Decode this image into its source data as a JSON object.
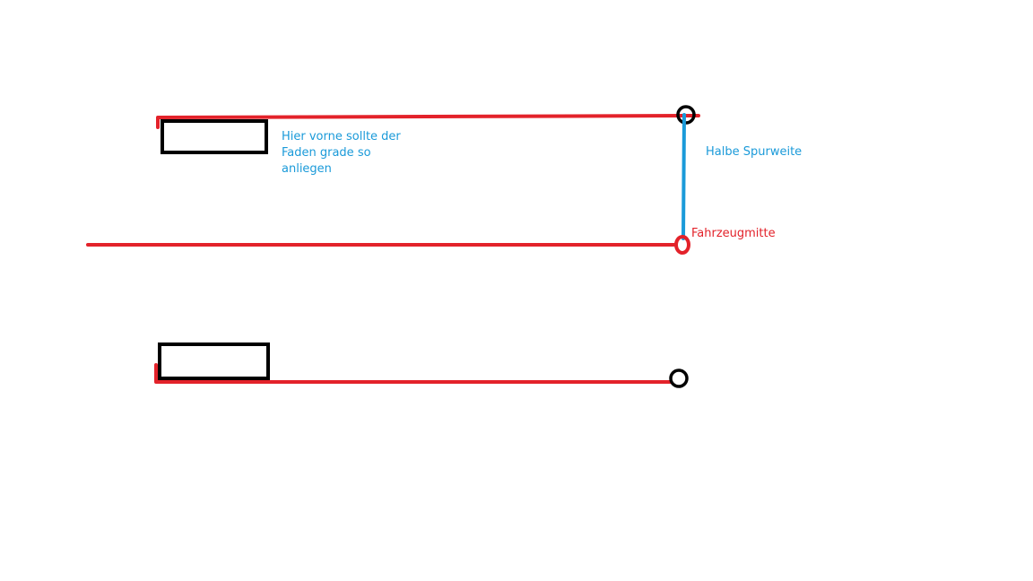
{
  "labels": {
    "note_front": "Hier vorne sollte der\nFaden grade so\nanliegen",
    "half_track": "Halbe Spurweite",
    "vehicle_center": "Fahrzeugmitte"
  },
  "colors": {
    "thread_red": "#e3222a",
    "measure_blue": "#1a9ad9",
    "outline_black": "#000000",
    "background": "#ffffff"
  }
}
